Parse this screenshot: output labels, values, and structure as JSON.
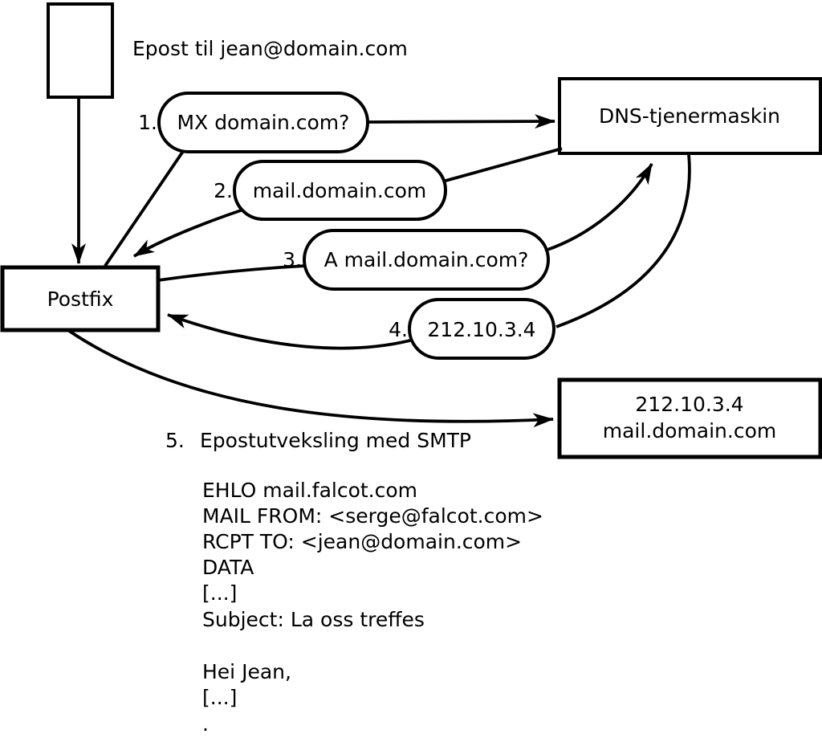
{
  "diagram": {
    "title_note": "Epost til jean@domain.com",
    "postfix_box": {
      "label": "Postfix"
    },
    "dns_box": {
      "label": "DNS-tjenermaskin"
    },
    "mail_server_box": {
      "line1": "212.10.3.4",
      "line2": "mail.domain.com"
    },
    "steps": {
      "n1": "1.",
      "t1": "MX domain.com?",
      "n2": "2.",
      "t2": "mail.domain.com",
      "n3": "3.",
      "t3": "A mail.domain.com?",
      "n4": "4.",
      "t4": "212.10.3.4",
      "n5": "5.",
      "t5": "Epostutveksling med SMTP"
    },
    "smtp_session": {
      "l1": "EHLO mail.falcot.com",
      "l2": "MAIL FROM: <serge@falcot.com>",
      "l3": "RCPT TO: <jean@domain.com>",
      "l4": "DATA",
      "l5": "[...]",
      "l6": "Subject: La oss treffes",
      "l7": "Hei Jean,",
      "l8": "[...]",
      "l9": "."
    },
    "colors": {
      "stroke": "#000000",
      "background": "#ffffff"
    }
  }
}
